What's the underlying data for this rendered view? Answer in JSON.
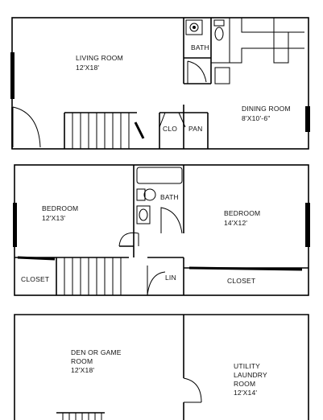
{
  "floor1": {
    "living_room": {
      "name": "LIVING ROOM",
      "size": "12'X18'"
    },
    "bath": {
      "name": "BATH"
    },
    "dining_room": {
      "name": "DINING ROOM",
      "size": "8'X10'-6\""
    },
    "closet": {
      "name": "CLO"
    },
    "pantry": {
      "name": "PAN"
    }
  },
  "floor2": {
    "bedroom_left": {
      "name": "BEDROOM",
      "size": "12'X13'"
    },
    "bath": {
      "name": "BATH"
    },
    "bedroom_right": {
      "name": "BEDROOM",
      "size": "14'X12'"
    },
    "closet_left": {
      "name": "CLOSET"
    },
    "linen": {
      "name": "LIN"
    },
    "closet_right": {
      "name": "CLOSET"
    }
  },
  "floor3": {
    "den": {
      "line1": "DEN OR GAME",
      "line2": "ROOM",
      "size": "12'X18'"
    },
    "utility": {
      "line1": "UTILITY",
      "line2": "LAUNDRY",
      "line3": "ROOM",
      "size": "12'X14'"
    }
  }
}
